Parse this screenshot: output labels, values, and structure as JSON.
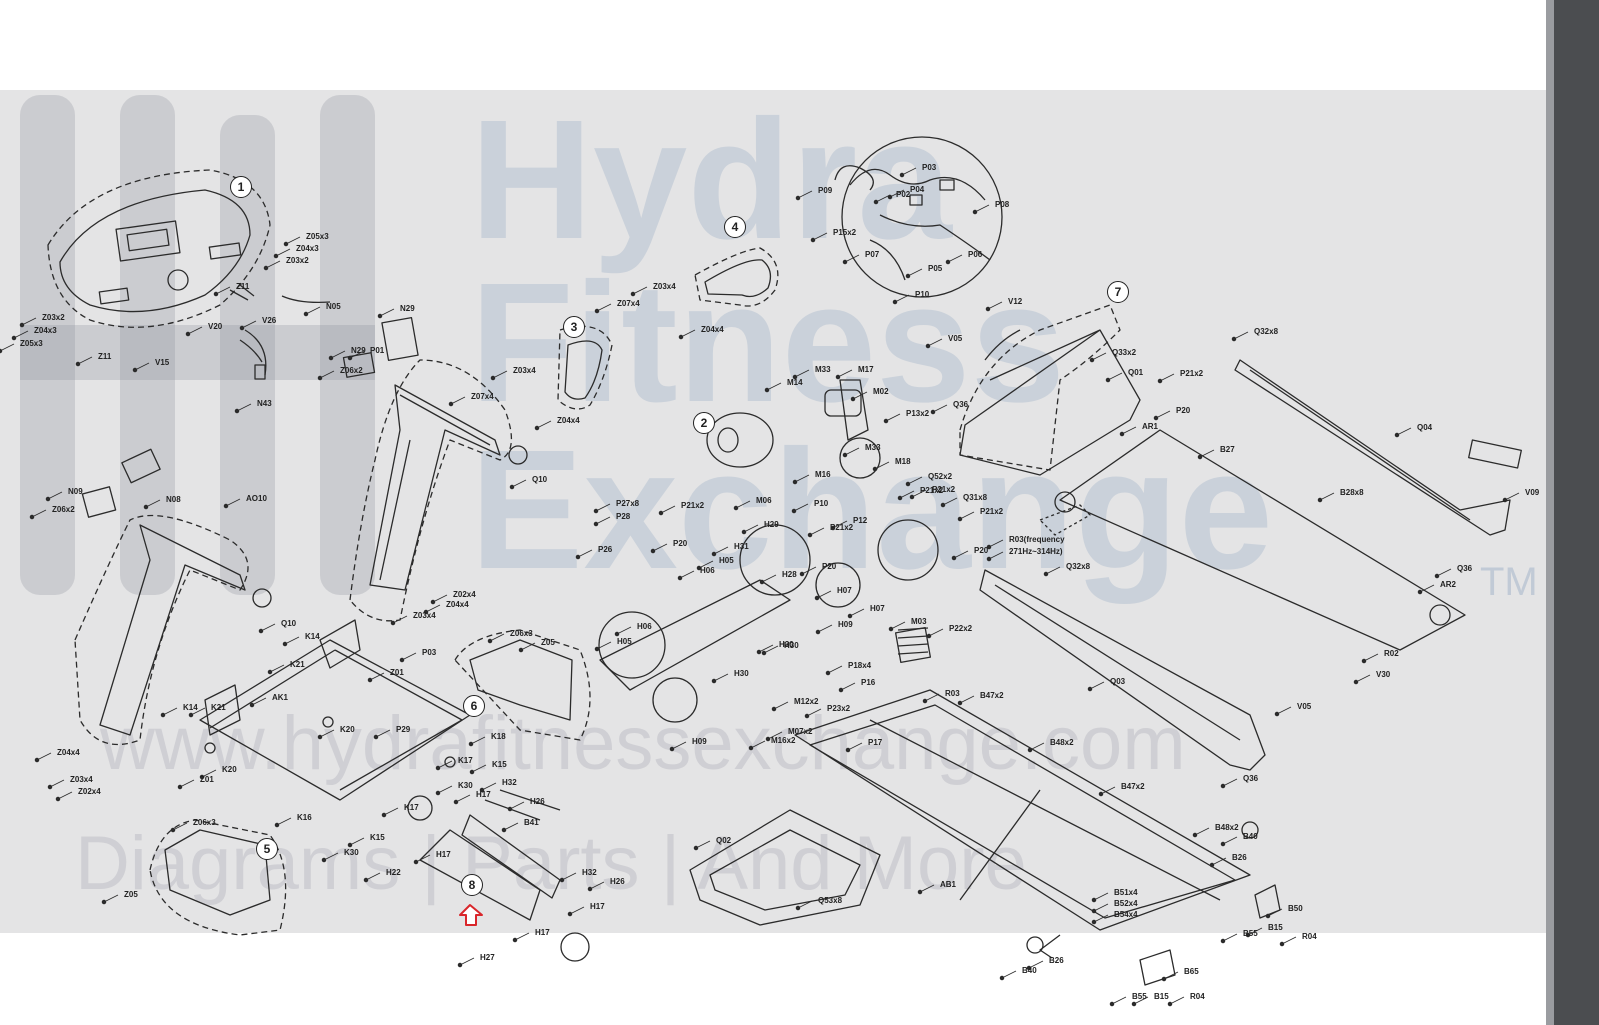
{
  "watermark": {
    "logo_letters": "H",
    "lines": [
      "Hydra",
      "Fitness",
      "Exchange"
    ],
    "trademark": "TM",
    "url": "www.hydrafitnessexchange.com",
    "tagline": "Diagrams | Parts | And More"
  },
  "colors": {
    "line": "#2b2b2b",
    "highlight_arrow": "#d9262b",
    "watermark_band": "#cdcdd0",
    "watermark_text": "#96aac3",
    "side_bar": "#4b4d50"
  },
  "callouts": [
    "1",
    "2",
    "3",
    "4",
    "5",
    "6",
    "7",
    "8"
  ],
  "labels": {
    "console": [
      "Z05x3",
      "Z04x3",
      "Z03x2",
      "Z11",
      "V20",
      "V26",
      "N05",
      "Z03x2",
      "Z04x3",
      "Z05x3",
      "Z11",
      "V15",
      "N43"
    ],
    "hood_wires": [
      "P03",
      "P04",
      "P02",
      "P06",
      "P15x2",
      "P07",
      "P05",
      "P08",
      "P09",
      "P10"
    ],
    "handle_right": [
      "Z03x4",
      "Z07x4",
      "Z04x4"
    ],
    "handle_left": [
      "Z03x4",
      "Z07x4",
      "Z04x4"
    ],
    "upright_right": [
      "N29",
      "N29",
      "Z06x2",
      "P01",
      "Q10",
      "Z02x4",
      "Z04x4",
      "Z03x4"
    ],
    "upright_left": [
      "N09",
      "Z06x2",
      "N08",
      "AO10",
      "Q10",
      "Z04x4",
      "Z03x4",
      "Z02x4"
    ],
    "motor": [
      "M33",
      "M17",
      "M14",
      "M02",
      "M33",
      "M18",
      "M16",
      "M06"
    ],
    "drive": [
      "P27x8",
      "P28",
      "P21x2",
      "P20",
      "P26",
      "H29",
      "H31",
      "H30",
      "H06",
      "H05",
      "H28",
      "H07",
      "H09",
      "H30",
      "H07",
      "H09",
      "H06",
      "H05",
      "H30",
      "P10",
      "P21x2",
      "P20",
      "P12",
      "P21x2",
      "P21x2",
      "P20"
    ],
    "base_frame": [
      "K14",
      "K21",
      "P03",
      "Z01",
      "AK1",
      "K14",
      "K21",
      "K20",
      "P29",
      "K20",
      "Z01",
      "K18",
      "K17",
      "K15",
      "K30",
      "K17",
      "K16",
      "K15",
      "K30"
    ],
    "rear_guard": [
      "Z06x3",
      "Z05",
      "Z06x3",
      "Z05"
    ],
    "lift": [
      "H17",
      "H32",
      "H26",
      "B41",
      "H17",
      "H22",
      "H32",
      "H26",
      "H17",
      "H17",
      "H27"
    ],
    "hood": [
      "V12",
      "V05",
      "Q33x2",
      "Q01",
      "P21x2",
      "P20",
      "Q36",
      "P13x2",
      "AR1",
      "B27",
      "Q52x2",
      "Q31x8",
      "P21x2"
    ],
    "deck": [
      "Q32x8",
      "Q04",
      "V09",
      "B28x8",
      "R03(frequency",
      "271Hz~314Hz)",
      "Q32x8",
      "Q36",
      "AR2",
      "R02",
      "V30",
      "Q03",
      "V05",
      "Q36"
    ],
    "main_frame": [
      "M03",
      "P22x2",
      "P18x4",
      "P16",
      "R03",
      "B47x2",
      "M12x2",
      "P23x2",
      "M07x2",
      "M16x2",
      "P17",
      "B48x2",
      "B47x2",
      "B48x2",
      "B40",
      "B26",
      "AB1",
      "B51x4",
      "B52x4",
      "B54x4",
      "B50",
      "B15",
      "B55",
      "R04"
    ],
    "motor_tray": [
      "Q02",
      "Q53x8"
    ],
    "wheels": [
      "B40",
      "B26",
      "B65",
      "B55",
      "B15",
      "R04"
    ]
  }
}
